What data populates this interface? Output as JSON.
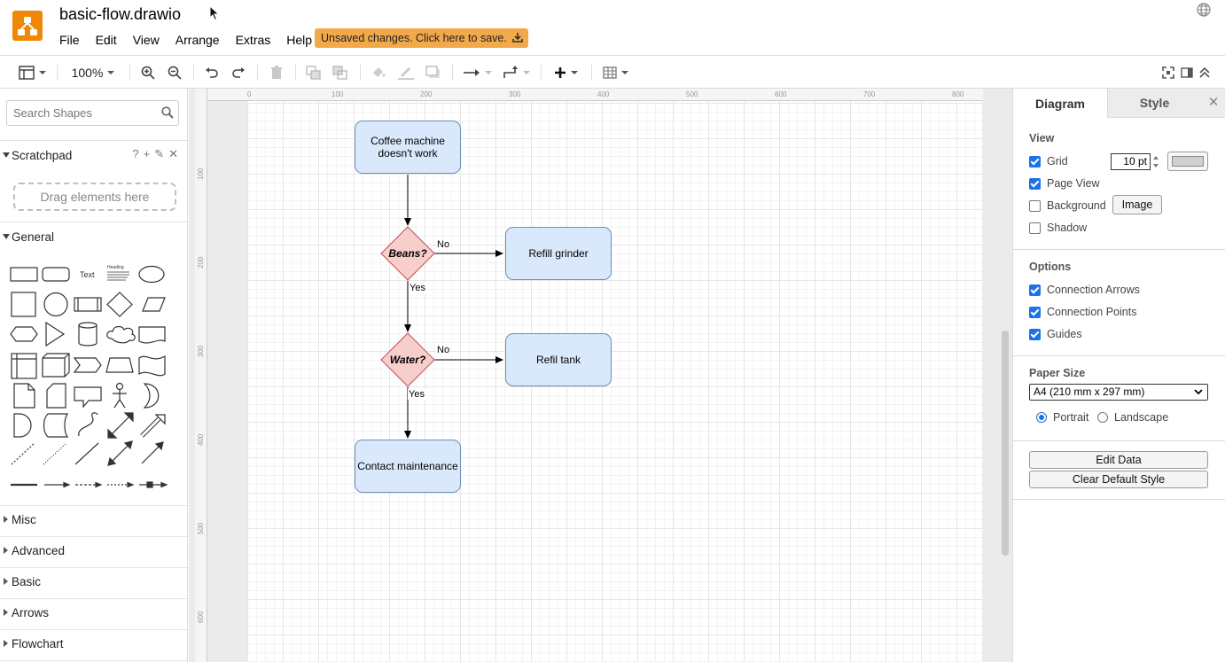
{
  "header": {
    "title": "basic-flow.drawio",
    "menu": [
      "File",
      "Edit",
      "View",
      "Arrange",
      "Extras",
      "Help"
    ],
    "unsaved_notice": "Unsaved changes. Click here to save."
  },
  "toolbar": {
    "zoom": "100%"
  },
  "sidebar": {
    "search_placeholder": "Search Shapes",
    "scratchpad_label": "Scratchpad",
    "scratchpad_tools": [
      "?",
      "+",
      "✎",
      "✕"
    ],
    "drag_hint": "Drag elements here",
    "general_label": "General",
    "shape_text_label": "Text",
    "shape_heading_label": "Heading",
    "collapsed_sections": [
      "Misc",
      "Advanced",
      "Basic",
      "Arrows",
      "Flowchart"
    ]
  },
  "rulers": {
    "horizontal": [
      "0",
      "100",
      "200",
      "300",
      "400",
      "500",
      "600",
      "700",
      "800"
    ],
    "vertical": [
      "100",
      "200",
      "300",
      "400",
      "500",
      "600"
    ]
  },
  "diagram": {
    "start_node": "Coffee machine doesn't work",
    "decision_1": "Beans?",
    "decision_2": "Water?",
    "action_1": "Refill grinder",
    "action_2": "Refil tank",
    "end_node": "Contact maintenance",
    "label_no_1": "No",
    "label_yes_1": "Yes",
    "label_no_2": "No",
    "label_yes_2": "Yes",
    "colors": {
      "process_fill": "#dae8fc",
      "process_stroke": "#6c8ebf",
      "decision_fill": "#f8cecc",
      "decision_stroke": "#b85450"
    }
  },
  "format_panel": {
    "tab_diagram": "Diagram",
    "tab_style": "Style",
    "view_heading": "View",
    "grid_label": "Grid",
    "grid_size": "10 pt",
    "page_view_label": "Page View",
    "background_label": "Background",
    "image_button": "Image",
    "shadow_label": "Shadow",
    "options_heading": "Options",
    "connection_arrows_label": "Connection Arrows",
    "connection_points_label": "Connection Points",
    "guides_label": "Guides",
    "paper_size_heading": "Paper Size",
    "paper_size_value": "A4 (210 mm x 297 mm)",
    "portrait_label": "Portrait",
    "landscape_label": "Landscape",
    "edit_data_button": "Edit Data",
    "clear_style_button": "Clear Default Style",
    "checks": {
      "grid": true,
      "page_view": true,
      "background": false,
      "shadow": false,
      "connection_arrows": true,
      "connection_points": true,
      "guides": true
    },
    "orientation": "Portrait"
  },
  "accent_color": "#f08705"
}
